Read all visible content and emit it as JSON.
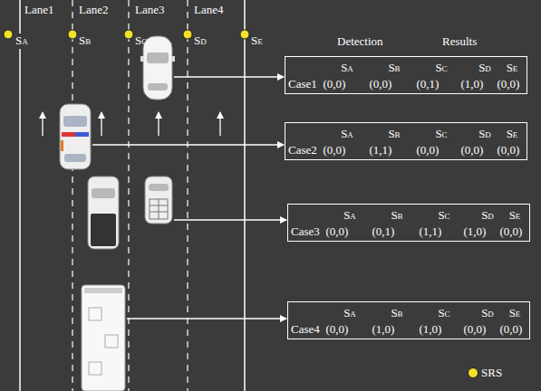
{
  "diagram": {
    "nodes": [
      {
        "text": [
          "SA",
          "SB",
          "SC",
          "SD",
          "SE",
          "Case1",
          "(0,0)",
          "(0,0)",
          "(0,1)",
          "(1,0)",
          "(0,0)"
        ]
      },
      {
        "text": [
          "SA",
          "SB",
          "SC",
          "SD",
          "SE",
          "Case2",
          "(0,0)",
          "(1,1)",
          "(0,0)",
          "(0,0)",
          "(0,0)"
        ]
      },
      {
        "text": [
          "SA",
          "SB",
          "SC",
          "SD",
          "SE",
          "Case3",
          "(0,0)",
          "(0,1)",
          "(1,1)",
          "(1,0)",
          "(0,0)"
        ]
      },
      {
        "text": [
          "SA",
          "SB",
          "SC",
          "SD",
          "SE",
          "Case4",
          "(0,0)",
          "(1,0)",
          "(1,0)",
          "(0,0)",
          "(0,0)"
        ]
      }
    ],
    "labels": [
      "Lane1",
      "Lane2",
      "Lane3",
      "Lane4",
      "SA",
      "SB",
      "SC",
      "SD",
      "SE",
      "Detection",
      "Results"
    ],
    "legend": [
      {
        "text": "SRS",
        "color": "#f2e22a"
      }
    ]
  }
}
